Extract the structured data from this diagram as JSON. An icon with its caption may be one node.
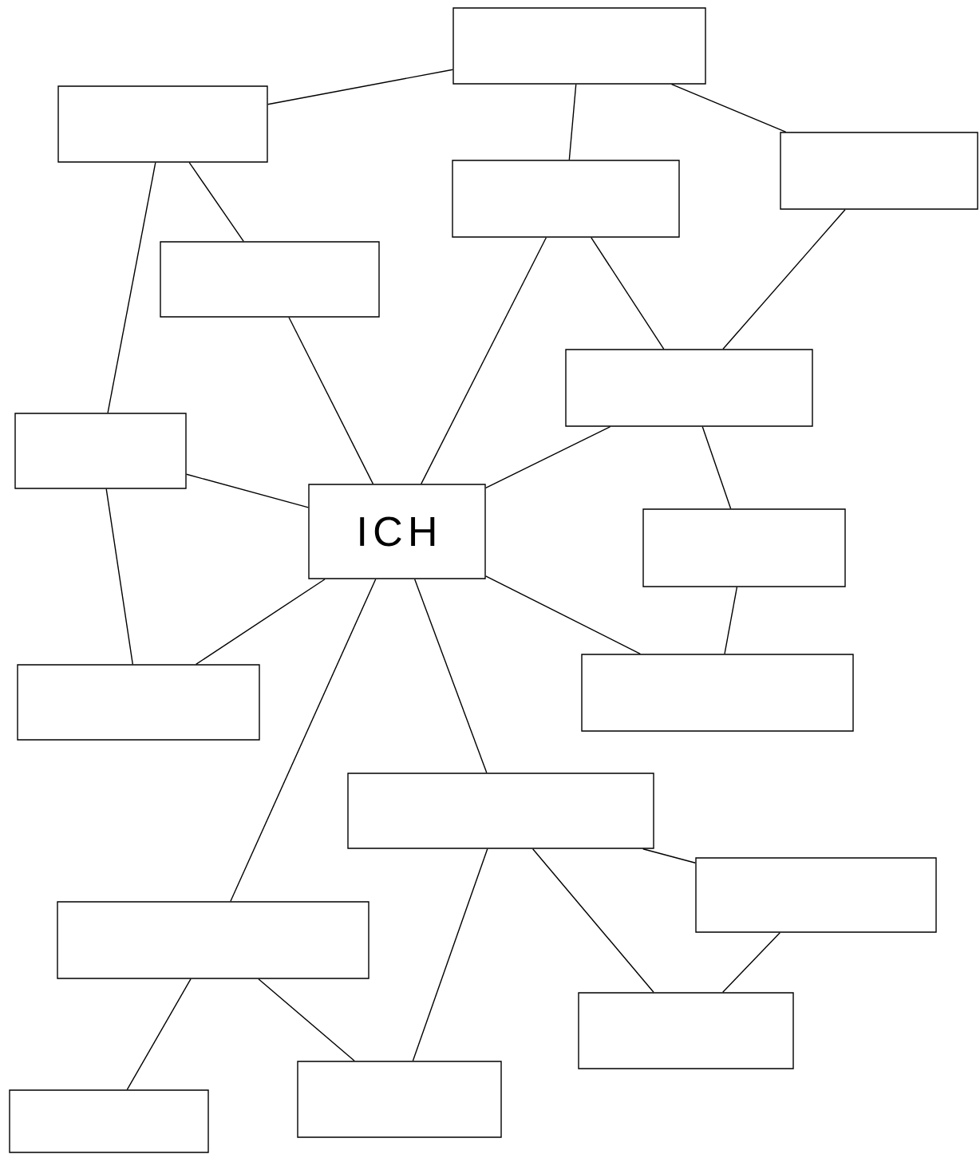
{
  "diagram": {
    "nodes": [
      {
        "text": [],
        "shape": "box"
      },
      {
        "text": [],
        "shape": "box"
      },
      {
        "text": [],
        "shape": "box"
      },
      {
        "text": [],
        "shape": "box"
      },
      {
        "text": [],
        "shape": "box"
      },
      {
        "text": [],
        "shape": "box"
      },
      {
        "text": [],
        "shape": "box"
      },
      {
        "text": [
          "ICH"
        ]
      },
      {
        "text": [],
        "shape": "box"
      },
      {
        "text": [],
        "shape": "box"
      },
      {
        "text": [],
        "shape": "box"
      },
      {
        "text": [],
        "shape": "box"
      },
      {
        "text": [],
        "shape": "box"
      },
      {
        "text": [],
        "shape": "box"
      },
      {
        "text": [],
        "shape": "box"
      },
      {
        "text": [],
        "shape": "box"
      },
      {
        "text": [],
        "shape": "box"
      }
    ],
    "edges": [
      {
        "from": 0,
        "to": 1,
        "arrow": "none"
      },
      {
        "from": 0,
        "to": 2,
        "arrow": "none"
      },
      {
        "from": 0,
        "to": 3,
        "arrow": "none"
      },
      {
        "from": 1,
        "to": 4,
        "arrow": "none"
      },
      {
        "from": 1,
        "to": 6,
        "arrow": "none"
      },
      {
        "from": 2,
        "to": 5,
        "arrow": "none"
      },
      {
        "from": 3,
        "to": 7,
        "arrow": "none"
      },
      {
        "from": 3,
        "to": 5,
        "arrow": "none"
      },
      {
        "from": 4,
        "to": 7,
        "arrow": "none"
      },
      {
        "from": 6,
        "to": 7,
        "arrow": "none"
      },
      {
        "from": 6,
        "to": 10,
        "arrow": "none"
      },
      {
        "from": 5,
        "to": 7,
        "arrow": "none"
      },
      {
        "from": 5,
        "to": 8,
        "arrow": "none"
      },
      {
        "from": 7,
        "to": 10,
        "arrow": "none"
      },
      {
        "from": 7,
        "to": 9,
        "arrow": "none"
      },
      {
        "from": 8,
        "to": 9,
        "arrow": "none"
      },
      {
        "from": 7,
        "to": 13,
        "arrow": "none"
      },
      {
        "from": 7,
        "to": 11,
        "arrow": "none"
      },
      {
        "from": 11,
        "to": 12,
        "arrow": "none"
      },
      {
        "from": 11,
        "to": 15,
        "arrow": "none"
      },
      {
        "from": 11,
        "to": 14,
        "arrow": "none"
      },
      {
        "from": 12,
        "to": 14,
        "arrow": "none"
      },
      {
        "from": 13,
        "to": 16,
        "arrow": "none"
      },
      {
        "from": 13,
        "to": 15,
        "arrow": "none"
      }
    ]
  }
}
